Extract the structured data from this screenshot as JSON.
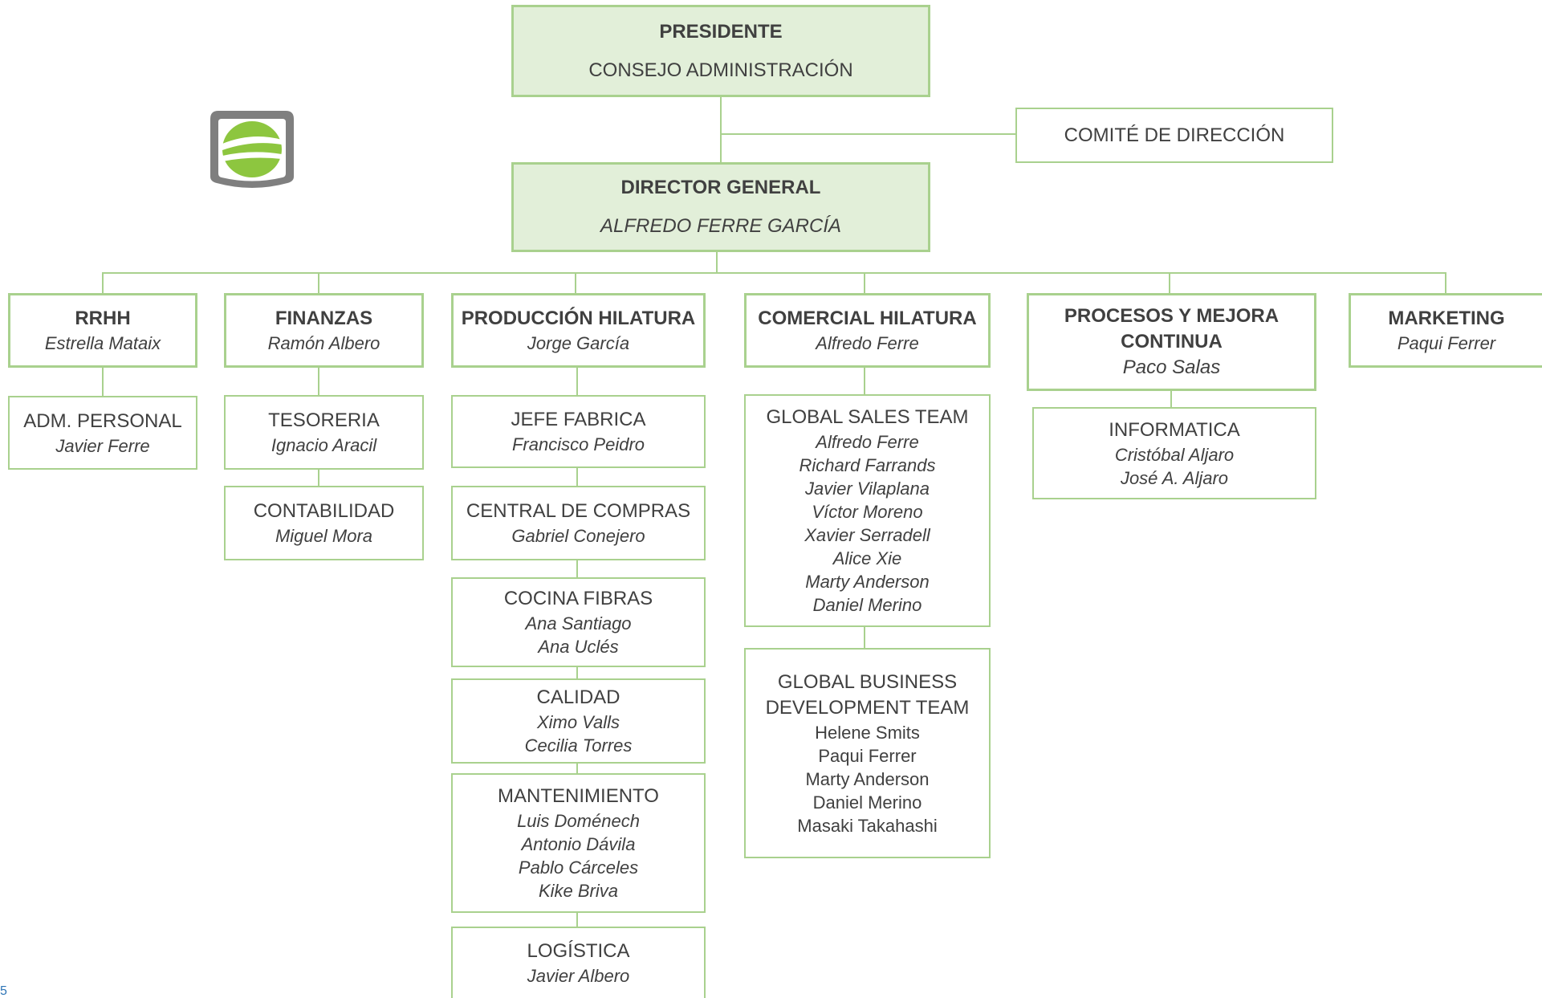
{
  "top": {
    "presidente": {
      "title": "PRESIDENTE",
      "subtitle": "CONSEJO ADMINISTRACIÓN"
    },
    "comite": {
      "title": "COMITÉ DE DIRECCIÓN"
    },
    "director": {
      "title": "DIRECTOR GENERAL",
      "subtitle": "ALFREDO FERRE GARCÍA"
    }
  },
  "departments": [
    {
      "title": "RRHH",
      "head": "Estrella Mataix",
      "units": [
        {
          "title": "ADM. PERSONAL",
          "people": [
            "Javier Ferre"
          ]
        }
      ]
    },
    {
      "title": "FINANZAS",
      "head": "Ramón Albero",
      "units": [
        {
          "title": "TESORERIA",
          "people": [
            "Ignacio Aracil"
          ]
        },
        {
          "title": "CONTABILIDAD",
          "people": [
            "Miguel Mora"
          ]
        }
      ]
    },
    {
      "title": "PRODUCCIÓN HILATURA",
      "head": "Jorge García",
      "units": [
        {
          "title": "JEFE FABRICA",
          "people": [
            "Francisco Peidro"
          ]
        },
        {
          "title": "CENTRAL DE COMPRAS",
          "people": [
            "Gabriel Conejero"
          ]
        },
        {
          "title": "COCINA FIBRAS",
          "people": [
            "Ana Santiago",
            "Ana Uclés"
          ]
        },
        {
          "title": "CALIDAD",
          "people": [
            "Ximo Valls",
            "Cecilia Torres"
          ]
        },
        {
          "title": "MANTENIMIENTO",
          "people": [
            "Luis Doménech",
            "Antonio Dávila",
            "Pablo Cárceles",
            "Kike Briva"
          ]
        },
        {
          "title": "LOGÍSTICA",
          "people": [
            "Javier Albero"
          ]
        }
      ]
    },
    {
      "title": "COMERCIAL HILATURA",
      "head": "Alfredo Ferre",
      "units": [
        {
          "title": "GLOBAL SALES TEAM",
          "people": [
            "Alfredo Ferre",
            "Richard Farrands",
            "Javier Vilaplana",
            "Víctor Moreno",
            "Xavier Serradell",
            "Alice Xie",
            "Marty Anderson",
            "Daniel Merino"
          ]
        },
        {
          "title": "GLOBAL BUSINESS DEVELOPMENT TEAM",
          "people": [
            "Helene Smits",
            "Paqui Ferrer",
            "Marty Anderson",
            "Daniel Merino",
            "Masaki Takahashi"
          ],
          "people_style": "normal"
        }
      ]
    },
    {
      "title": "PROCESOS Y MEJORA CONTINUA",
      "head": "Paco Salas",
      "units": [
        {
          "title": "INFORMATICA",
          "people": [
            "Cristóbal Aljaro",
            "José A. Aljaro"
          ]
        }
      ]
    },
    {
      "title": "MARKETING",
      "head": "Paqui Ferrer",
      "units": []
    }
  ],
  "footer": {
    "mark": "5"
  },
  "colors": {
    "line": "#a9d18e",
    "fill": "#e2efd9",
    "text": "#404040",
    "logo_green": "#8dc63f",
    "logo_grey": "#7f7f7f"
  }
}
